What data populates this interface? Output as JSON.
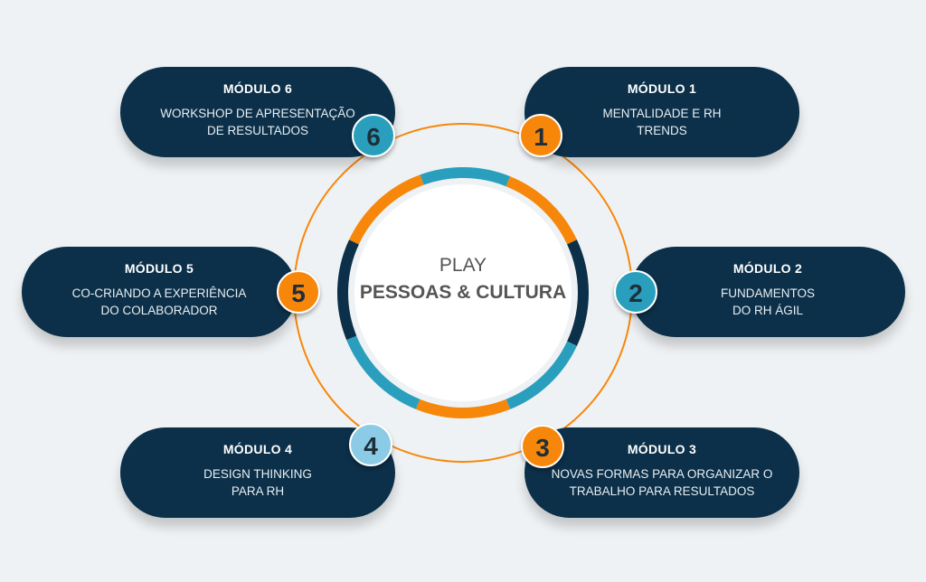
{
  "center": {
    "line1": "PLAY",
    "line2": "PESSOAS & CULTURA"
  },
  "colors": {
    "navy": "#0c3049",
    "orange": "#f7870a",
    "teal": "#2a9fbd",
    "light_blue": "#8ccbe6"
  },
  "modules": [
    {
      "number": "1",
      "title": "MÓDULO 1",
      "desc": "MENTALIDADE E RH\nTRENDS",
      "badge_color": "#f7870a"
    },
    {
      "number": "2",
      "title": "MÓDULO 2",
      "desc": "FUNDAMENTOS\nDO RH ÁGIL",
      "badge_color": "#2a9fbd"
    },
    {
      "number": "3",
      "title": "MÓDULO 3",
      "desc": "NOVAS FORMAS PARA ORGANIZAR O\nTRABALHO PARA RESULTADOS",
      "badge_color": "#f7870a"
    },
    {
      "number": "4",
      "title": "MÓDULO 4",
      "desc": "DESIGN THINKING\nPARA RH",
      "badge_color": "#8ccbe6"
    },
    {
      "number": "5",
      "title": "MÓDULO 5",
      "desc": "CO-CRIANDO A EXPERIÊNCIA\nDO COLABORADOR",
      "badge_color": "#f7870a"
    },
    {
      "number": "6",
      "title": "MÓDULO 6",
      "desc": "WORKSHOP DE APRESENTAÇÃO\nDE RESULTADOS",
      "badge_color": "#2a9fbd"
    }
  ]
}
